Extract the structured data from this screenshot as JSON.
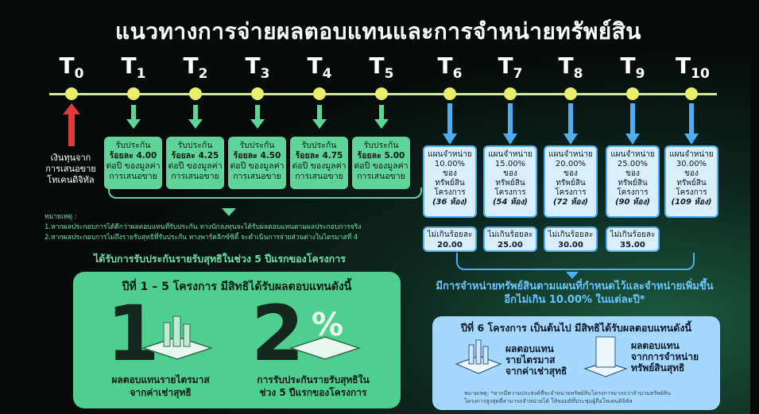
{
  "title": "แนวทางการจ่ายผลตอบแทนและการจำหน่ายทรัพย์สิน",
  "timeline": {
    "labels": [
      {
        "t": "T",
        "sub": "0"
      },
      {
        "t": "T",
        "sub": "1"
      },
      {
        "t": "T",
        "sub": "2"
      },
      {
        "t": "T",
        "sub": "3"
      },
      {
        "t": "T",
        "sub": "4"
      },
      {
        "t": "T",
        "sub": "5"
      },
      {
        "t": "T",
        "sub": "6"
      },
      {
        "t": "T",
        "sub": "7"
      },
      {
        "t": "T",
        "sub": "8"
      },
      {
        "t": "T",
        "sub": "9"
      },
      {
        "t": "T",
        "sub": "10"
      }
    ]
  },
  "source": {
    "line1": "เงินทุนจาก",
    "line2": "การเสนอขาย",
    "line3": "โทเคนดิจิทัล"
  },
  "green_boxes": [
    {
      "l1": "รับประกัน",
      "l2": "ร้อยละ 4.00",
      "l3": "ต่อปี ของมูลค่า",
      "l4": "การเสนอขาย"
    },
    {
      "l1": "รับประกัน",
      "l2": "ร้อยละ 4.25",
      "l3": "ต่อปี ของมูลค่า",
      "l4": "การเสนอขาย"
    },
    {
      "l1": "รับประกัน",
      "l2": "ร้อยละ 4.50",
      "l3": "ต่อปี ของมูลค่า",
      "l4": "การเสนอขาย"
    },
    {
      "l1": "รับประกัน",
      "l2": "ร้อยละ 4.75",
      "l3": "ต่อปี ของมูลค่า",
      "l4": "การเสนอขาย"
    },
    {
      "l1": "รับประกัน",
      "l2": "ร้อยละ 5.00",
      "l3": "ต่อปี ของมูลค่า",
      "l4": "การเสนอขาย"
    }
  ],
  "blue_boxes": [
    {
      "l1": "แผนจำหน่าย",
      "l2": "10.00%",
      "l3": "ของ",
      "l4": "ทรัพย์สิน",
      "l5": "โครงการ",
      "l6": "(36 ห้อง)"
    },
    {
      "l1": "แผนจำหน่าย",
      "l2": "15.00%",
      "l3": "ของ",
      "l4": "ทรัพย์สิน",
      "l5": "โครงการ",
      "l6": "(54 ห้อง)"
    },
    {
      "l1": "แผนจำหน่าย",
      "l2": "20.00%",
      "l3": "ของ",
      "l4": "ทรัพย์สิน",
      "l5": "โครงการ",
      "l6": "(72 ห้อง)"
    },
    {
      "l1": "แผนจำหน่าย",
      "l2": "25.00%",
      "l3": "ของ",
      "l4": "ทรัพย์สิน",
      "l5": "โครงการ",
      "l6": "(90 ห้อง)"
    },
    {
      "l1": "แผนจำหน่าย",
      "l2": "30.00%",
      "l3": "ของ",
      "l4": "ทรัพย์สิน",
      "l5": "โครงการ",
      "l6": "(109 ห้อง)"
    }
  ],
  "blue_pcts": [
    {
      "l1": "ไม่เกินร้อยละ",
      "l2": "20.00"
    },
    {
      "l1": "ไม่เกินร้อยละ",
      "l2": "25.00"
    },
    {
      "l1": "ไม่เกินร้อยละ",
      "l2": "30.00"
    },
    {
      "l1": "ไม่เกินร้อยละ",
      "l2": "35.00"
    }
  ],
  "notes": {
    "head": "หมายเหตุ :",
    "n1": "1.หากผลประกอบการได้ดีกว่าผลตอบแทนที่รับประกัน ทางนักลงทุนจะได้รับผลตอบแทนตามผลประกอบการจริง",
    "n2": "2.หากผลประกอบการไม่ถึงรายรับสุทธิที่รับประกัน ทางพาร์คลิกซ์ซิตี้ จะดำเนินการจ่ายส่วนต่างในไตรมาสที่ 4"
  },
  "guarantee_text": "ได้รับการรับประกันรายรับสุทธิในช่วง 5 ปีแรกของโครงการ",
  "green_panel": {
    "heading": "ปีที่ 1 – 5 โครงการ มีสิทธิได้รับผลตอบแทนดังนี้",
    "num1": "1",
    "num2": "2",
    "pct": "%",
    "cap1a": "ผลตอบแทนรายไตรมาส",
    "cap1b": "จากค่าเช่าสุทธิ",
    "cap2a": "การรับประกันรายรับสุทธิใน",
    "cap2b": "ช่วง 5 ปีแรกของโครงการ"
  },
  "sale_text": {
    "l1": "มีการจำหน่ายทรัพย์สินตามแผนที่กำหนดไว้และจำหน่ายเพิ่มขึ้น",
    "l2": "อีกไม่เกิน 10.00% ในแต่ละปี*"
  },
  "blue_panel": {
    "heading": "ปีที่ 6 โครงการ เป็นต้นไป มีสิทธิได้รับผลตอบแทนดังนี้",
    "cap1a": "ผลตอบแทน",
    "cap1b": "รายไตรมาส",
    "cap1c": "จากค่าเช่าสุทธิ",
    "cap2a": "ผลตอบแทน",
    "cap2b": "จากการจำหน่าย",
    "cap2c": "ทรัพย์สินสุทธิ",
    "note1": "หมายเหตุ: *หากมีความประสงค์ที่จะจำหน่ายทรัพย์สินโครงการมากกว่าจำนวนทรัพย์สิน",
    "note2": "โครงการสูงสุดที่สามารถจำหน่ายได้ ให้ขอมติที่ประชุมผู้ถือโทเคนดิจิทัล"
  },
  "colors": {
    "green": "#5fd49a",
    "blue": "#4eaef0",
    "yellow": "#e8f06a",
    "red": "#e23b3b"
  }
}
